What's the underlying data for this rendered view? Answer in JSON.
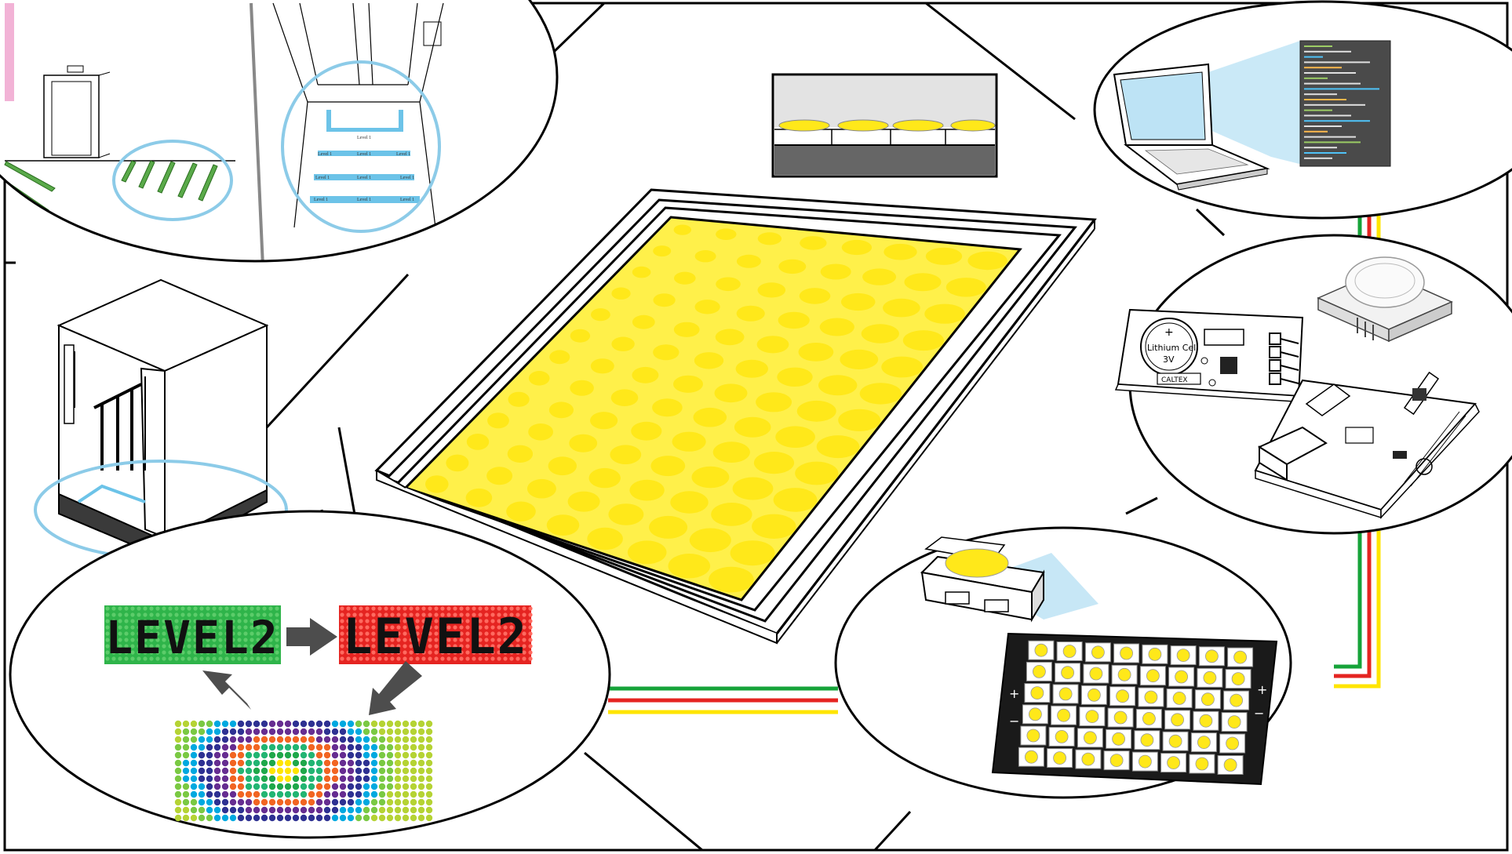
{
  "colors": {
    "panel_yellow": "#fff04a",
    "led_yellow": "#ffe81a",
    "ring_blue": "#8ccbe8",
    "wire_green": "#16a339",
    "wire_red": "#e52421",
    "wire_yellow": "#ffe500",
    "sign_green": "#2fb44a",
    "sign_red": "#e52421",
    "screen_blue": "#bde3f5",
    "code_bg": "#4a4a4a",
    "arrow_gray": "#4d4d4d"
  },
  "signs": {
    "left": "LEVEL2",
    "right": "LEVEL2"
  },
  "stair_labels": {
    "row1": [
      "Level 1"
    ],
    "row2": [
      "Level 1",
      "Level 1",
      "Level 1"
    ],
    "row3": [
      "Level 1",
      "Level 1",
      "Level 1"
    ],
    "row4": [
      "Level 1",
      "Level 1",
      "Level 1"
    ]
  },
  "module": {
    "cell_label": "Lithium Cell",
    "voltage": "3V",
    "brand": "CALTEX"
  },
  "board_marks": {
    "plus_left": "+",
    "minus_left": "−",
    "plus_right": "+",
    "minus_right": "−"
  },
  "icons": [
    "laptop-icon",
    "rtc-module-icon",
    "pir-sensor-icon",
    "arduino-board-icon",
    "smd-led-icon",
    "elevator-icon",
    "arrow-icon"
  ]
}
